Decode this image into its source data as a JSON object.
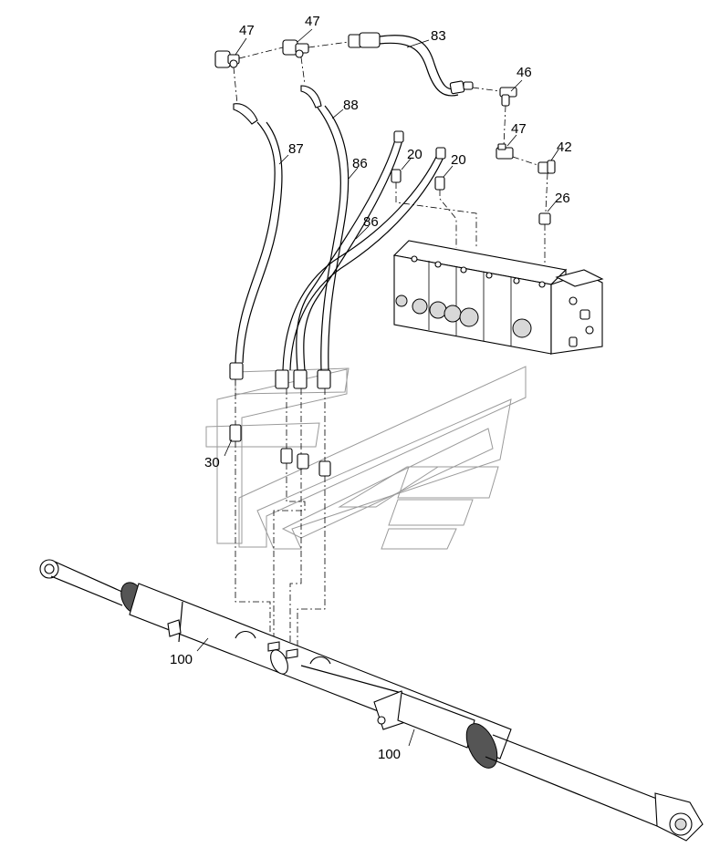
{
  "diagram": {
    "labels": {
      "l47a": "47",
      "l47b": "47",
      "l83": "83",
      "l46": "46",
      "l88": "88",
      "l47c": "47",
      "l42": "42",
      "l87": "87",
      "l20a": "20",
      "l86a": "86",
      "l20b": "20",
      "l26": "26",
      "l86b": "86",
      "l30": "30",
      "l100a": "100",
      "l100b": "100"
    }
  }
}
